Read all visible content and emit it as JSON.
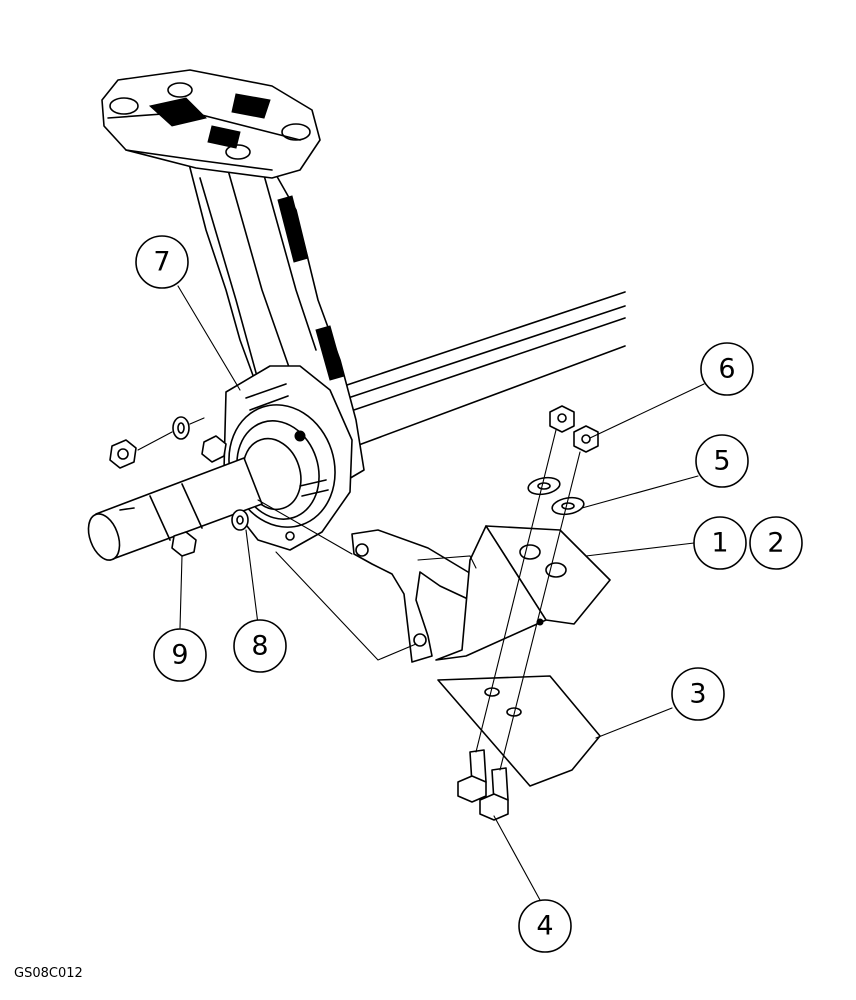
{
  "drawing_code": "GS08C012",
  "callouts": [
    {
      "id": "callout-1",
      "label": "1"
    },
    {
      "id": "callout-2",
      "label": "2"
    },
    {
      "id": "callout-3",
      "label": "3"
    },
    {
      "id": "callout-4",
      "label": "4"
    },
    {
      "id": "callout-5",
      "label": "5"
    },
    {
      "id": "callout-6",
      "label": "6"
    },
    {
      "id": "callout-7",
      "label": "7"
    },
    {
      "id": "callout-8",
      "label": "8"
    },
    {
      "id": "callout-9",
      "label": "9"
    }
  ]
}
